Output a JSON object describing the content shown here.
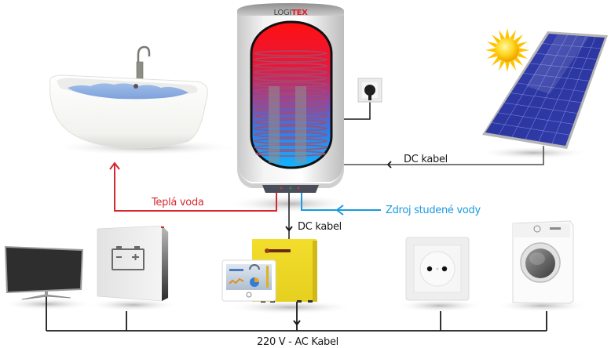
{
  "diagram": {
    "title": "Solar PV hot water heating and AC power distribution",
    "boiler": {
      "brand_prefix": "LOGI",
      "brand_suffix": "TEX"
    },
    "labels": {
      "hot_water": "Teplá voda",
      "cold_water_source": "Zdroj studené vody",
      "dc_cable_solar": "DC kabel",
      "dc_cable_inverter": "DC kabel",
      "ac_cable": "220 V - AC Kabel"
    },
    "colors": {
      "hot_water": "#d42a2f",
      "cold_water": "#1a9ae0",
      "cable": "#1a1a1a",
      "inverter": "#e8d22a",
      "solar_panel": "#2f3aa8",
      "sun": "#ffd21a"
    },
    "components": [
      {
        "id": "bathtub",
        "name": "Bathtub"
      },
      {
        "id": "boiler",
        "name": "Hot water tank"
      },
      {
        "id": "wall-socket-small",
        "name": "Wall socket with plug"
      },
      {
        "id": "solar-panel",
        "name": "Solar panel"
      },
      {
        "id": "sun",
        "name": "Sun"
      },
      {
        "id": "tv",
        "name": "Television"
      },
      {
        "id": "battery",
        "name": "Battery storage"
      },
      {
        "id": "inverter",
        "name": "Inverter"
      },
      {
        "id": "display",
        "name": "Control display"
      },
      {
        "id": "wall-socket",
        "name": "Wall socket"
      },
      {
        "id": "washing-machine",
        "name": "Washing machine"
      }
    ]
  }
}
